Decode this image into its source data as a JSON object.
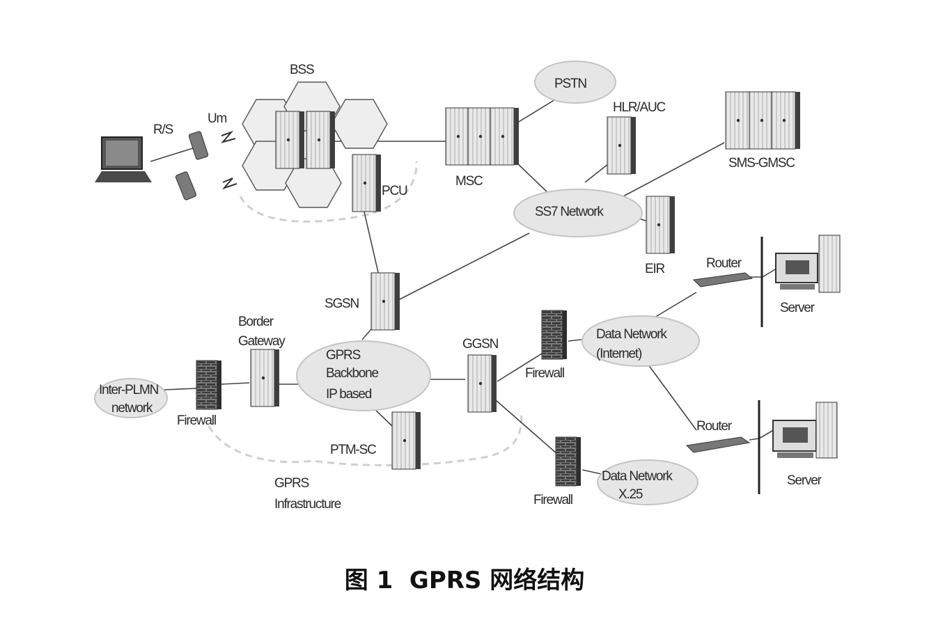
{
  "caption": "图 1  GPRS 网络结构",
  "nodes": {
    "bss": "BSS",
    "pstn": "PSTN",
    "hlr_auc": "HLR/AUC",
    "sms_gmsc": "SMS-GMSC",
    "um": "Um",
    "rs": "R/S",
    "pcu": "PCU",
    "msc": "MSC",
    "ss7": "SS7 Network",
    "eir": "EIR",
    "router_top": "Router",
    "server_top": "Server",
    "sgsn": "SGSN",
    "border_gateway_l1": "Border",
    "border_gateway_l2": "Gateway",
    "ggsn": "GGSN",
    "gprs_backbone_l1": "GPRS",
    "gprs_backbone_l2": "Backbone",
    "gprs_backbone_l3": "IP based",
    "data_net_internet_l1": "Data Network",
    "data_net_internet_l2": "(Internet)",
    "firewall_mid": "Firewall",
    "inter_plmn_l1": "Inter-PLMN",
    "inter_plmn_l2": "network",
    "firewall_left": "Firewall",
    "router_bottom": "Router",
    "server_bottom": "Server",
    "ptm_sc": "PTM-SC",
    "gprs_infra_l1": "GPRS",
    "gprs_infra_l2": "Infrastructure",
    "firewall_bottom": "Firewall",
    "data_net_x25_l1": "Data Network",
    "data_net_x25_l2": "X.25"
  }
}
